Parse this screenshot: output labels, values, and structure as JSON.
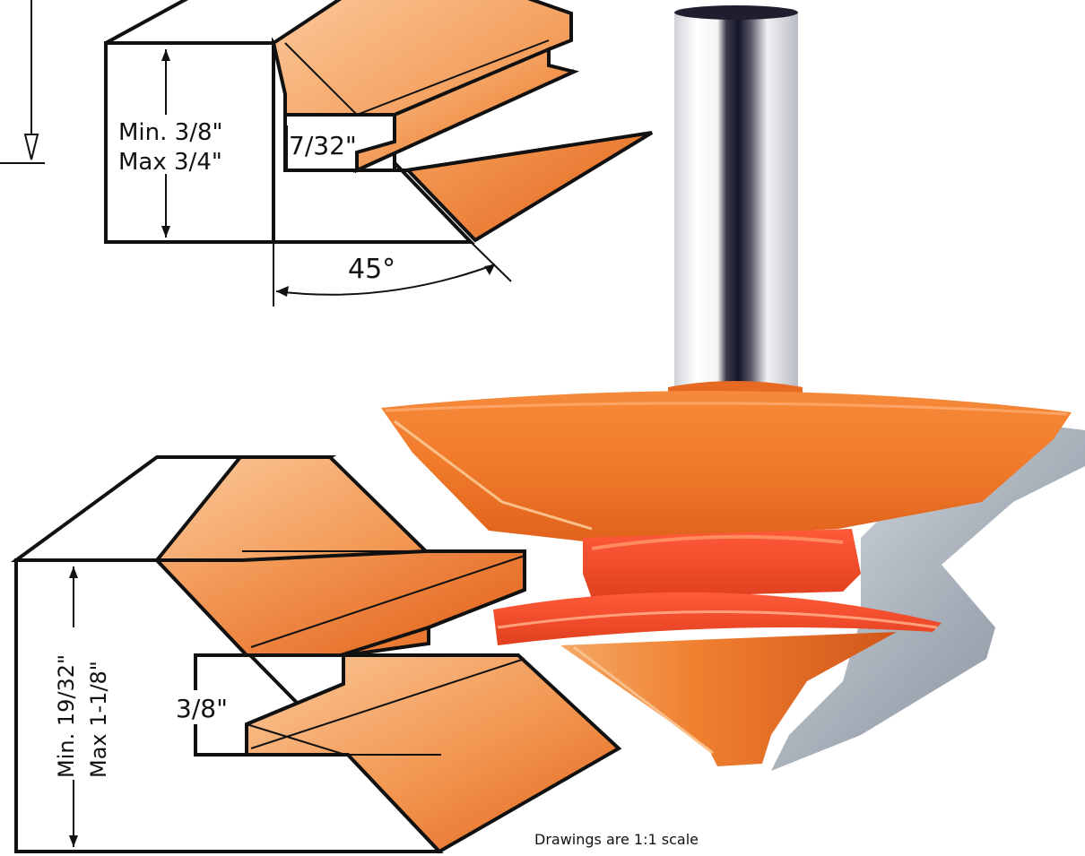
{
  "top_joint": {
    "thickness_label_min": "Min. 3/8\"",
    "thickness_label_max": "Max 3/4\"",
    "tongue_label": "7/32\"",
    "angle_label": "45°"
  },
  "bottom_joint": {
    "thickness_label_min": "Min. 19/32\"",
    "thickness_label_max": "Max 1-1/8\"",
    "offset_label": "3/8\""
  },
  "caption": "Drawings are 1:1 scale",
  "colors": {
    "wood_light": "#f9b27a",
    "wood_dark": "#e4661d",
    "cutter_orange": "#f07a2a",
    "cutter_shadow": "#c9501a",
    "shank_light": "#f2f2f4",
    "shank_dark": "#1a1a2a",
    "plate_grey": "#9aa3ad"
  }
}
